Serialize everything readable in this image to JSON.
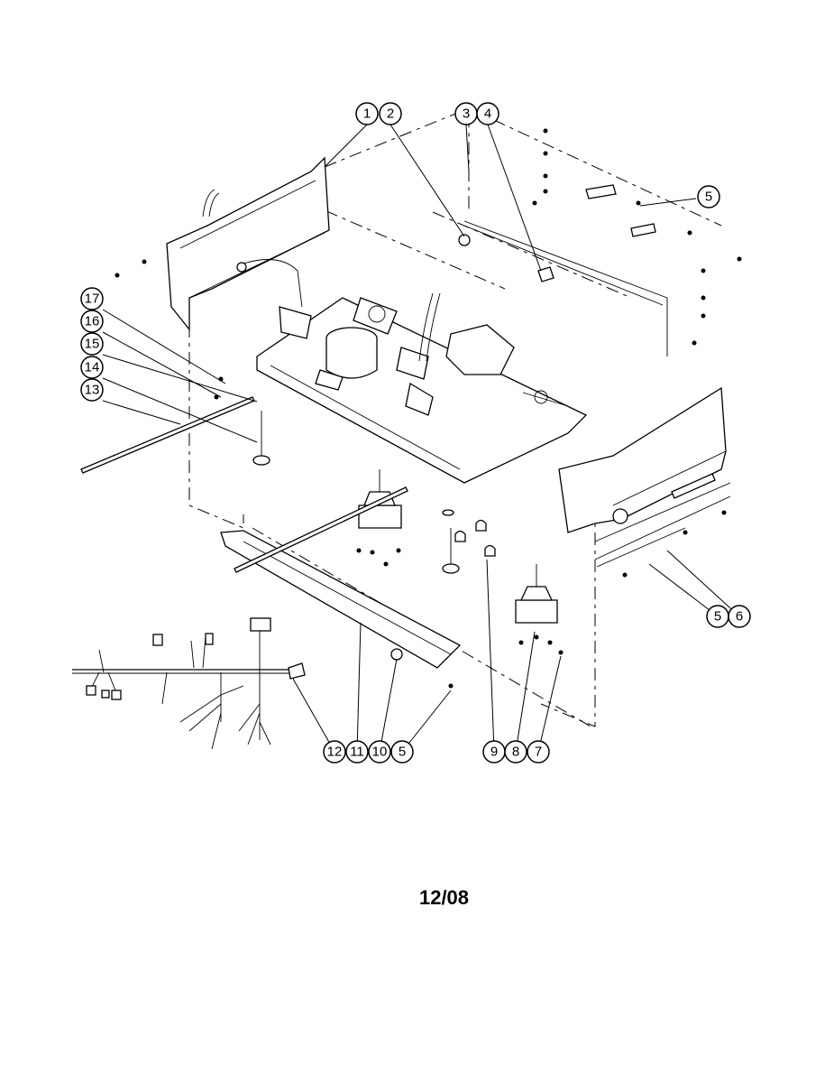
{
  "footer": {
    "date": "12/08"
  },
  "callouts": [
    {
      "id": "c1",
      "label": "1"
    },
    {
      "id": "c2",
      "label": "2"
    },
    {
      "id": "c3",
      "label": "3"
    },
    {
      "id": "c4",
      "label": "4"
    },
    {
      "id": "c5a",
      "label": "5"
    },
    {
      "id": "c5b",
      "label": "5"
    },
    {
      "id": "c6",
      "label": "6"
    },
    {
      "id": "c13",
      "label": "13"
    },
    {
      "id": "c14",
      "label": "14"
    },
    {
      "id": "c15",
      "label": "15"
    },
    {
      "id": "c16",
      "label": "16"
    },
    {
      "id": "c17",
      "label": "17"
    },
    {
      "id": "c12",
      "label": "12"
    },
    {
      "id": "c11",
      "label": "11"
    },
    {
      "id": "c10",
      "label": "10"
    },
    {
      "id": "c5c",
      "label": "5"
    },
    {
      "id": "c9",
      "label": "9"
    },
    {
      "id": "c8",
      "label": "8"
    },
    {
      "id": "c7",
      "label": "7"
    }
  ]
}
